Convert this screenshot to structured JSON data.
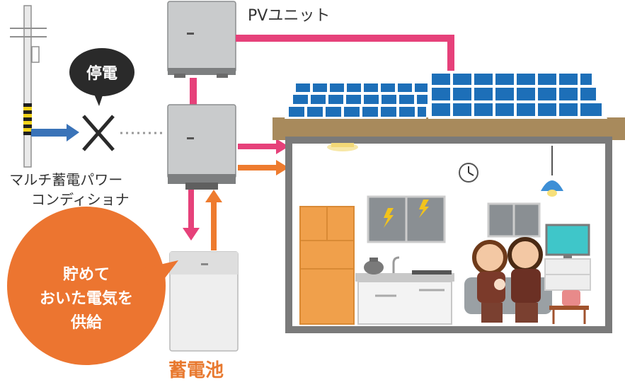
{
  "labels": {
    "pv_unit": "PVユニット",
    "outage": "停電",
    "conditioner_line1": "マルチ蓄電パワー",
    "conditioner_line2": "コンディショナ",
    "supply_line1": "貯めて",
    "supply_line2": "おいた電気を",
    "supply_line3": "供給",
    "battery": "蓄電池"
  },
  "colors": {
    "pink_line": "#e6417a",
    "orange_line": "#ee7b2e",
    "blue_arrow": "#3a73b8",
    "roof_brown": "#a88a5c",
    "panel_blue": "#1d6fb8",
    "speech_orange": "#ec7530",
    "fridge_orange": "#f0a04b"
  },
  "icons": [
    "utility-pole-icon",
    "cross-icon",
    "solar-panel-icon",
    "pv-unit-icon",
    "power-conditioner-icon",
    "battery-icon",
    "fridge-icon",
    "kettle-icon",
    "tv-icon",
    "clock-icon",
    "pendant-lamp-icon",
    "lightning-icon",
    "family-icon"
  ]
}
